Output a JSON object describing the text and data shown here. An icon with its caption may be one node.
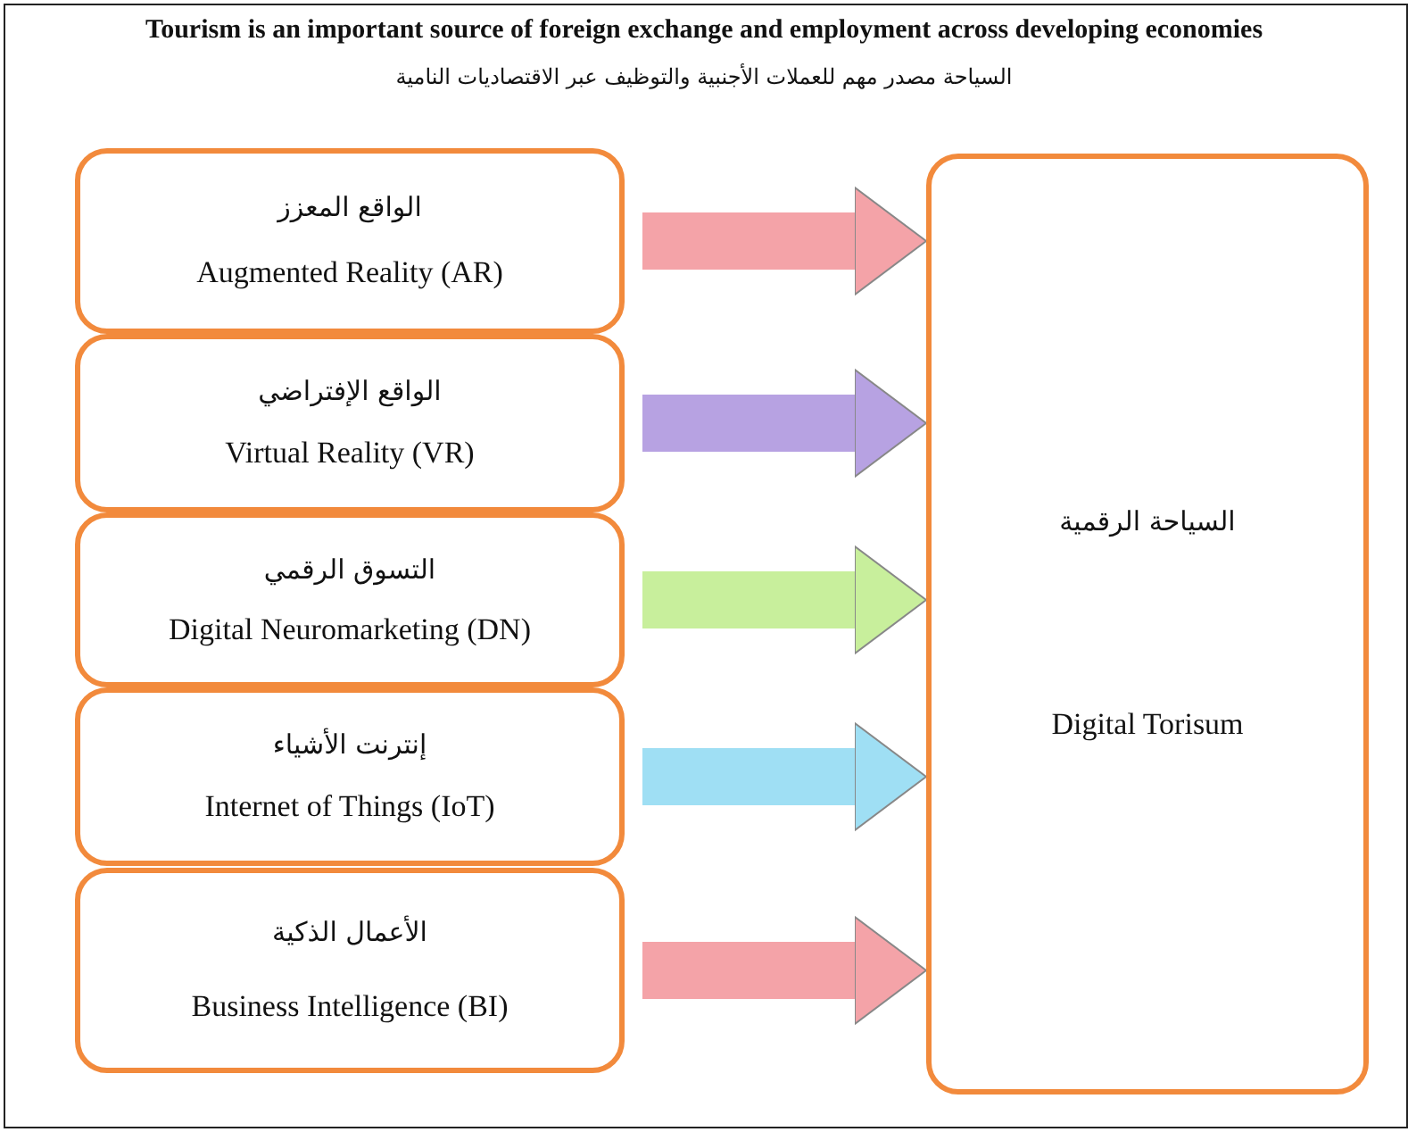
{
  "diagram": {
    "title": "Tourism is an important source of foreign exchange and employment across developing  economies",
    "nodes": [
      {
        "text": [
          "الواقع المعزز",
          "Augmented Reality (AR)"
        ]
      },
      {
        "text": [
          "الواقع الإفتراضي",
          "Virtual Reality (VR)"
        ]
      },
      {
        "text": [
          "التسوق الرقمي",
          "Digital Neuromarketing (DN)"
        ]
      },
      {
        "text": [
          "إنترنت الأشياء",
          "Internet of Things (IoT)"
        ]
      },
      {
        "text": [
          "الأعمال الذكية",
          "Business Intelligence (BI)"
        ]
      },
      {
        "text": [
          "السياحة الرقمية",
          "Digital Torisum"
        ]
      }
    ],
    "edges": [
      {
        "from": 0,
        "to": 5,
        "arrow": "to",
        "color": "#f4a3a8"
      },
      {
        "from": 1,
        "to": 5,
        "arrow": "to",
        "color": "#b7a2e2"
      },
      {
        "from": 2,
        "to": 5,
        "arrow": "to",
        "color": "#c8ef9c"
      },
      {
        "from": 3,
        "to": 5,
        "arrow": "to",
        "color": "#9fdff4"
      },
      {
        "from": 4,
        "to": 5,
        "arrow": "to",
        "color": "#f4a3a8"
      }
    ],
    "labels": [
      "السياحة مصدر مهم للعملات الأجنبية والتوظيف عبر الاقتصاديات النامية"
    ]
  }
}
